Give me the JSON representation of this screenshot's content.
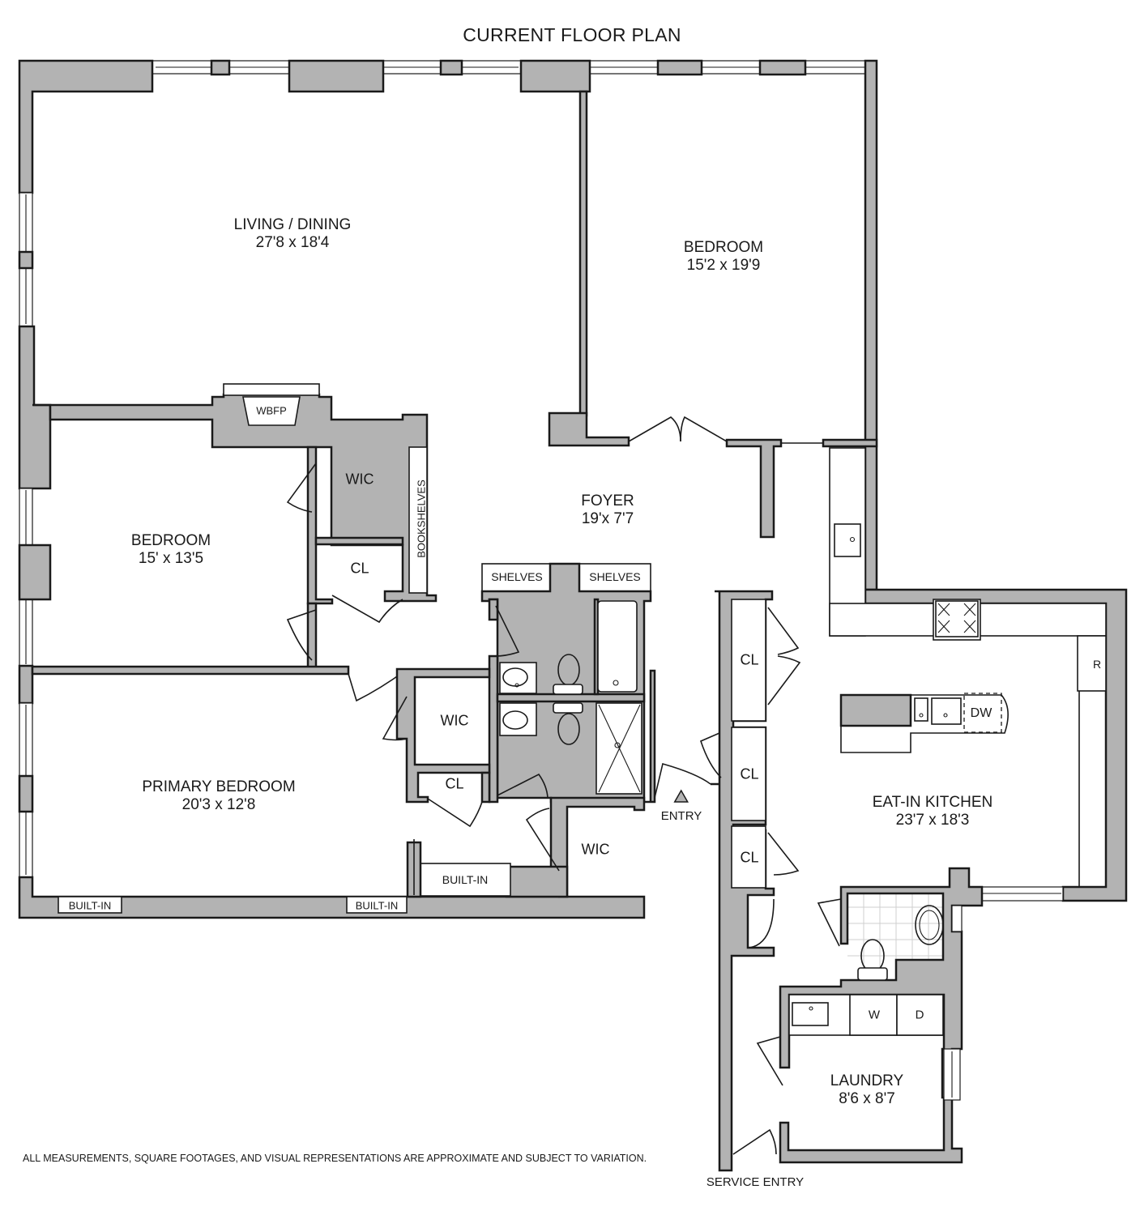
{
  "title": "CURRENT FLOOR PLAN",
  "disclaimer": "ALL MEASUREMENTS, SQUARE FOOTAGES, AND VISUAL REPRESENTATIONS ARE APPROXIMATE AND SUBJECT TO VARIATION.",
  "service_entry": "SERVICE ENTRY",
  "entry": "ENTRY",
  "rooms": {
    "living_dining": {
      "name": "LIVING / DINING",
      "dims": "27'8 x 18'4"
    },
    "bedroom_ne": {
      "name": "BEDROOM",
      "dims": "15'2 x 19'9"
    },
    "bedroom_w": {
      "name": "BEDROOM",
      "dims": "15' x 13'5"
    },
    "foyer": {
      "name": "FOYER",
      "dims": "19'x 7'7"
    },
    "primary_bedroom": {
      "name": "PRIMARY BEDROOM",
      "dims": "20'3 x 12'8"
    },
    "kitchen": {
      "name": "EAT-IN KITCHEN",
      "dims": "23'7 x 18'3"
    },
    "laundry": {
      "name": "LAUNDRY",
      "dims": "8'6 x 8'7"
    }
  },
  "fixtures": {
    "wbfp": "WBFP",
    "wic": "WIC",
    "cl": "CL",
    "bookshelves": "BOOKSHELVES",
    "shelves": "SHELVES",
    "built_in": "BUILT-IN",
    "dw": "DW",
    "r": "R",
    "w": "W",
    "d": "D"
  },
  "colors": {
    "wall_fill": "#b3b3b3",
    "line": "#1a1a1a",
    "tile": "#cfcfcf"
  }
}
